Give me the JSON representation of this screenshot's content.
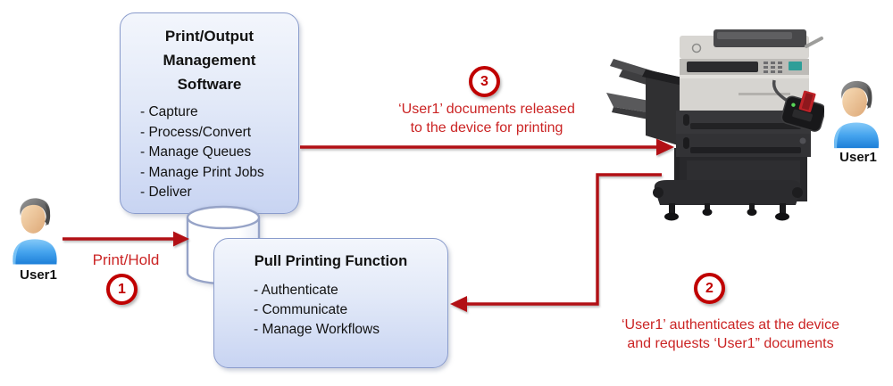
{
  "diagram": {
    "boxes": {
      "software": {
        "title": "Print/Output\nManagement\nSoftware",
        "items": [
          "- Capture",
          "- Process/Convert",
          "- Manage Queues",
          "- Manage Print Jobs",
          "- Deliver"
        ]
      },
      "pull": {
        "title": "Pull Printing Function",
        "items": [
          "- Authenticate",
          "- Communicate",
          "- Manage Workflows"
        ]
      }
    },
    "actors": {
      "left_label": "User1",
      "right_label": "User1"
    },
    "steps": {
      "one": {
        "number": "1",
        "label": "Print/Hold"
      },
      "two": {
        "number": "2",
        "label": "‘User1’ authenticates at the device\nand requests ‘User1” documents"
      },
      "three": {
        "number": "3",
        "label": "‘User1’ documents released\nto the device for printing"
      }
    },
    "icons": {
      "database": "database-cylinder-icon",
      "printer": "mfp-printer-icon",
      "person": "person-icon",
      "card_reader": "card-reader-icon"
    },
    "colors": {
      "arrow_red": "#B21015",
      "badge_red": "#C00000",
      "label_red": "#CB2424",
      "box_border": "#8A9CCC",
      "box_fill_top": "#F3F6FC",
      "box_fill_bottom": "#C8D4F2",
      "shirt_blue": "#2A8DE4"
    }
  }
}
